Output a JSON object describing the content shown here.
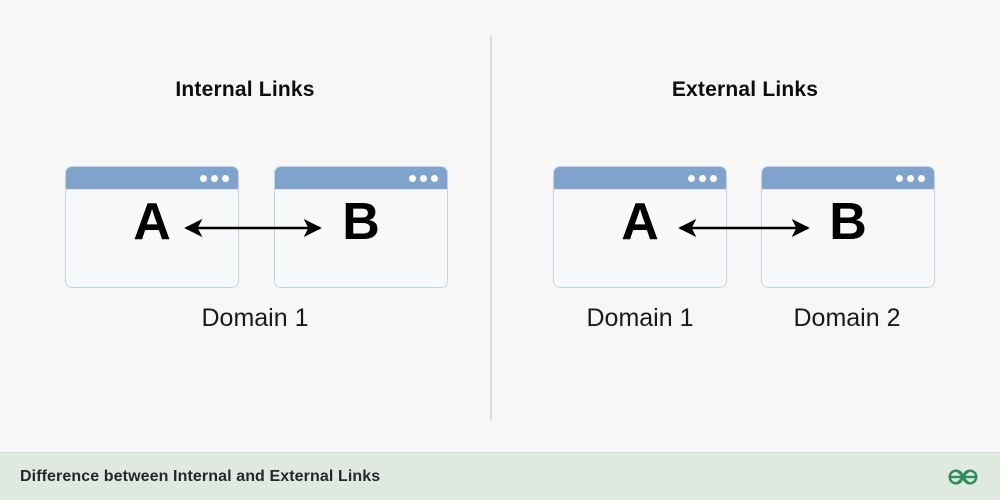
{
  "diagram": {
    "background_color": "#f6f7f6",
    "panels": [
      {
        "id": "internal",
        "title": "Internal Links",
        "cards": [
          {
            "letter": "A",
            "dots": 3
          },
          {
            "letter": "B",
            "dots": 3
          }
        ],
        "arrow": {
          "type": "double-headed",
          "direction": "bidirectional"
        },
        "captions": [
          "Domain 1"
        ]
      },
      {
        "id": "external",
        "title": "External Links",
        "cards": [
          {
            "letter": "A",
            "dots": 3
          },
          {
            "letter": "B",
            "dots": 3
          }
        ],
        "arrow": {
          "type": "double-headed",
          "direction": "bidirectional"
        },
        "captions": [
          "Domain 1",
          "Domain 2"
        ]
      }
    ],
    "divider": {
      "orientation": "vertical"
    },
    "colors": {
      "titlebar_blue": "#7fa3cc",
      "card_border": "#c3d4e6",
      "card_body": "#f8f9fa",
      "arrow": "#000000",
      "footer_bg": "#dfe9e0",
      "logo_green": "#2f8d5b",
      "text": "#0d0d0d"
    }
  },
  "footer": {
    "caption": "Difference between Internal and External Links",
    "logo_name": "geeksforgeeks-logo"
  }
}
